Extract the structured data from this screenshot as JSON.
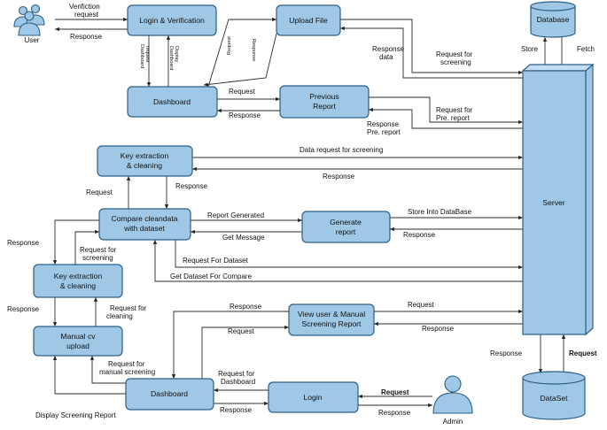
{
  "nodes": {
    "login_verification": "Login & Verification",
    "upload_file": "Upload File",
    "database": "Database",
    "dashboard_top": "Dashboard",
    "previous_report_1": "Previous",
    "previous_report_2": "Report",
    "key_extraction_top_1": "Key extraction",
    "key_extraction_top_2": "& cleaning",
    "compare_1": "Compare cleandata",
    "compare_2": "with dataset",
    "generate_1": "Generate",
    "generate_2": "report",
    "server": "Server",
    "key_extraction_bottom_1": "Key extraction",
    "key_extraction_bottom_2": "& cleaning",
    "manual_cv_1": "Manual cv",
    "manual_cv_2": "upload",
    "view_user_1": "View user & Manual",
    "view_user_2": "Screening Report",
    "dashboard_bottom": "Dashboard",
    "login_admin": "Login",
    "dataset": "DataSet"
  },
  "actors": {
    "user": "User",
    "admin": "Admin"
  },
  "labels": {
    "verification_request_1": "Verifiction",
    "verification_request_2": "request",
    "response_user": "Response",
    "dashboard_request_1": "Dashboard",
    "dashboard_request_2": "request",
    "display_dashboard_1": "Display",
    "display_dashboard_2": "Dashboard",
    "request_upload": "Request",
    "response_upload": "Response",
    "response_data_1": "Response",
    "response_data_2": "data",
    "request_screening_1": "Request for",
    "request_screening_2": "screening",
    "store": "Store",
    "fetch": "Fetch",
    "request_prev": "Request",
    "response_prev": "Response",
    "request_pre_report_1": "Request for",
    "request_pre_report_2": "Pre. report",
    "response_pre_report_1": "Response",
    "response_pre_report_2": "Pre. report",
    "data_request_screening": "Data request for screening",
    "response_key_top": "Response",
    "request_key_top": "Request",
    "response_key_top_down": "Response",
    "report_generated": "Report Generated",
    "get_message": "Get Message",
    "store_into_database": "Store Into DataBase",
    "response_generate": "Response",
    "request_for_dataset": "Request For Dataset",
    "get_dataset_compare": "Get Dataset For Compare",
    "response_left_1": "Response",
    "request_for_screening_1": "Request for",
    "request_for_screening_2": "screening",
    "response_left_2": "Response",
    "request_for_cleaning_1": "Request for",
    "request_for_cleaning_2": "cleaning",
    "request_manual_1": "Request for",
    "request_manual_2": "manual screening",
    "display_screening_report": "Display Screening Report",
    "response_view_1": "Response",
    "request_view_1": "Request",
    "request_view_server": "Request",
    "response_view_server": "Response",
    "request_for_dashboard_1": "Request for",
    "request_for_dashboard_2": "Dashboard",
    "response_dash_login": "Response",
    "request_admin": "Request",
    "response_admin": "Response",
    "response_dataset": "Response",
    "request_dataset": "Request"
  }
}
